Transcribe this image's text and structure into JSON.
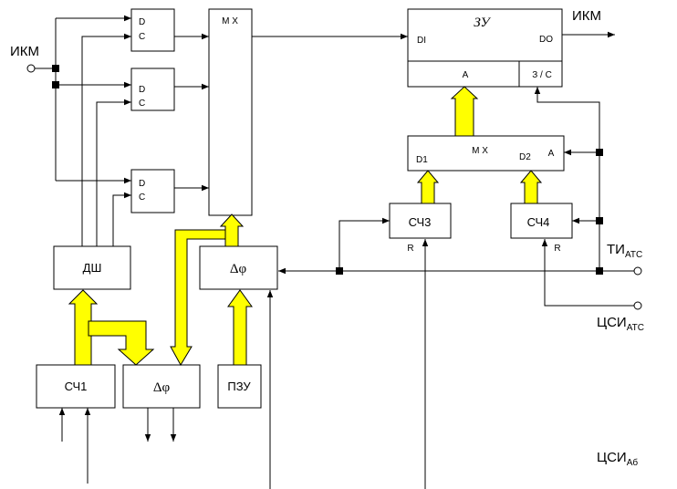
{
  "blocks": {
    "dc1": {
      "d": "D",
      "c": "C"
    },
    "dc2": {
      "d": "D",
      "c": "C"
    },
    "dc3": {
      "d": "D",
      "c": "C"
    },
    "mx_left": "M X",
    "zu": {
      "title": "ЗУ",
      "di": "DI",
      "do": "DO",
      "a": "A",
      "zs": "З / С"
    },
    "mx_right": {
      "title": "M X",
      "d1": "D1",
      "d2": "D2",
      "a": "A"
    },
    "sch3": {
      "label": "СЧ3",
      "r": "R"
    },
    "sch4": {
      "label": "СЧ4",
      "r": "R"
    },
    "dsh": "ДШ",
    "dphi_upper": "Δφ",
    "dphi_lower": "Δφ",
    "sch1": "СЧ1",
    "pzu": "ПЗУ"
  },
  "signals": {
    "ikm_in": "ИКМ",
    "ikm_out": "ИКМ",
    "ti": {
      "main": "ТИ",
      "sub": "АТС"
    },
    "tssi_ats": {
      "main": "ЦСИ",
      "sub": "АТС"
    },
    "tssi_ab": {
      "main": "ЦСИ",
      "sub": "Аб"
    }
  },
  "colors": {
    "bus": "#ffff00",
    "line": "#000000",
    "background": "#ffffff"
  }
}
